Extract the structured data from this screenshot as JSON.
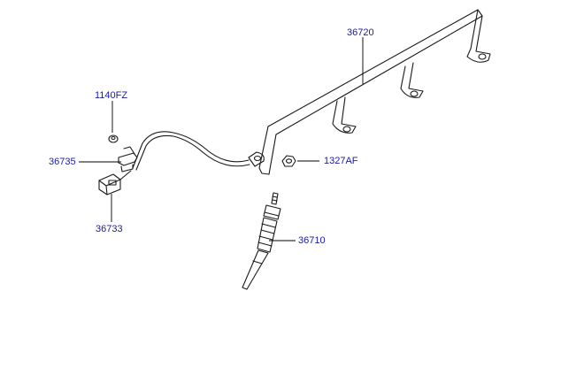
{
  "colors": {
    "label": "#1a1aa6",
    "line": "#1a1a1a",
    "background": "#ffffff"
  },
  "labels": {
    "p36720": "36720",
    "p1140fz": "1140FZ",
    "p36735": "36735",
    "p1327af": "1327AF",
    "p36733": "36733",
    "p36710": "36710"
  }
}
